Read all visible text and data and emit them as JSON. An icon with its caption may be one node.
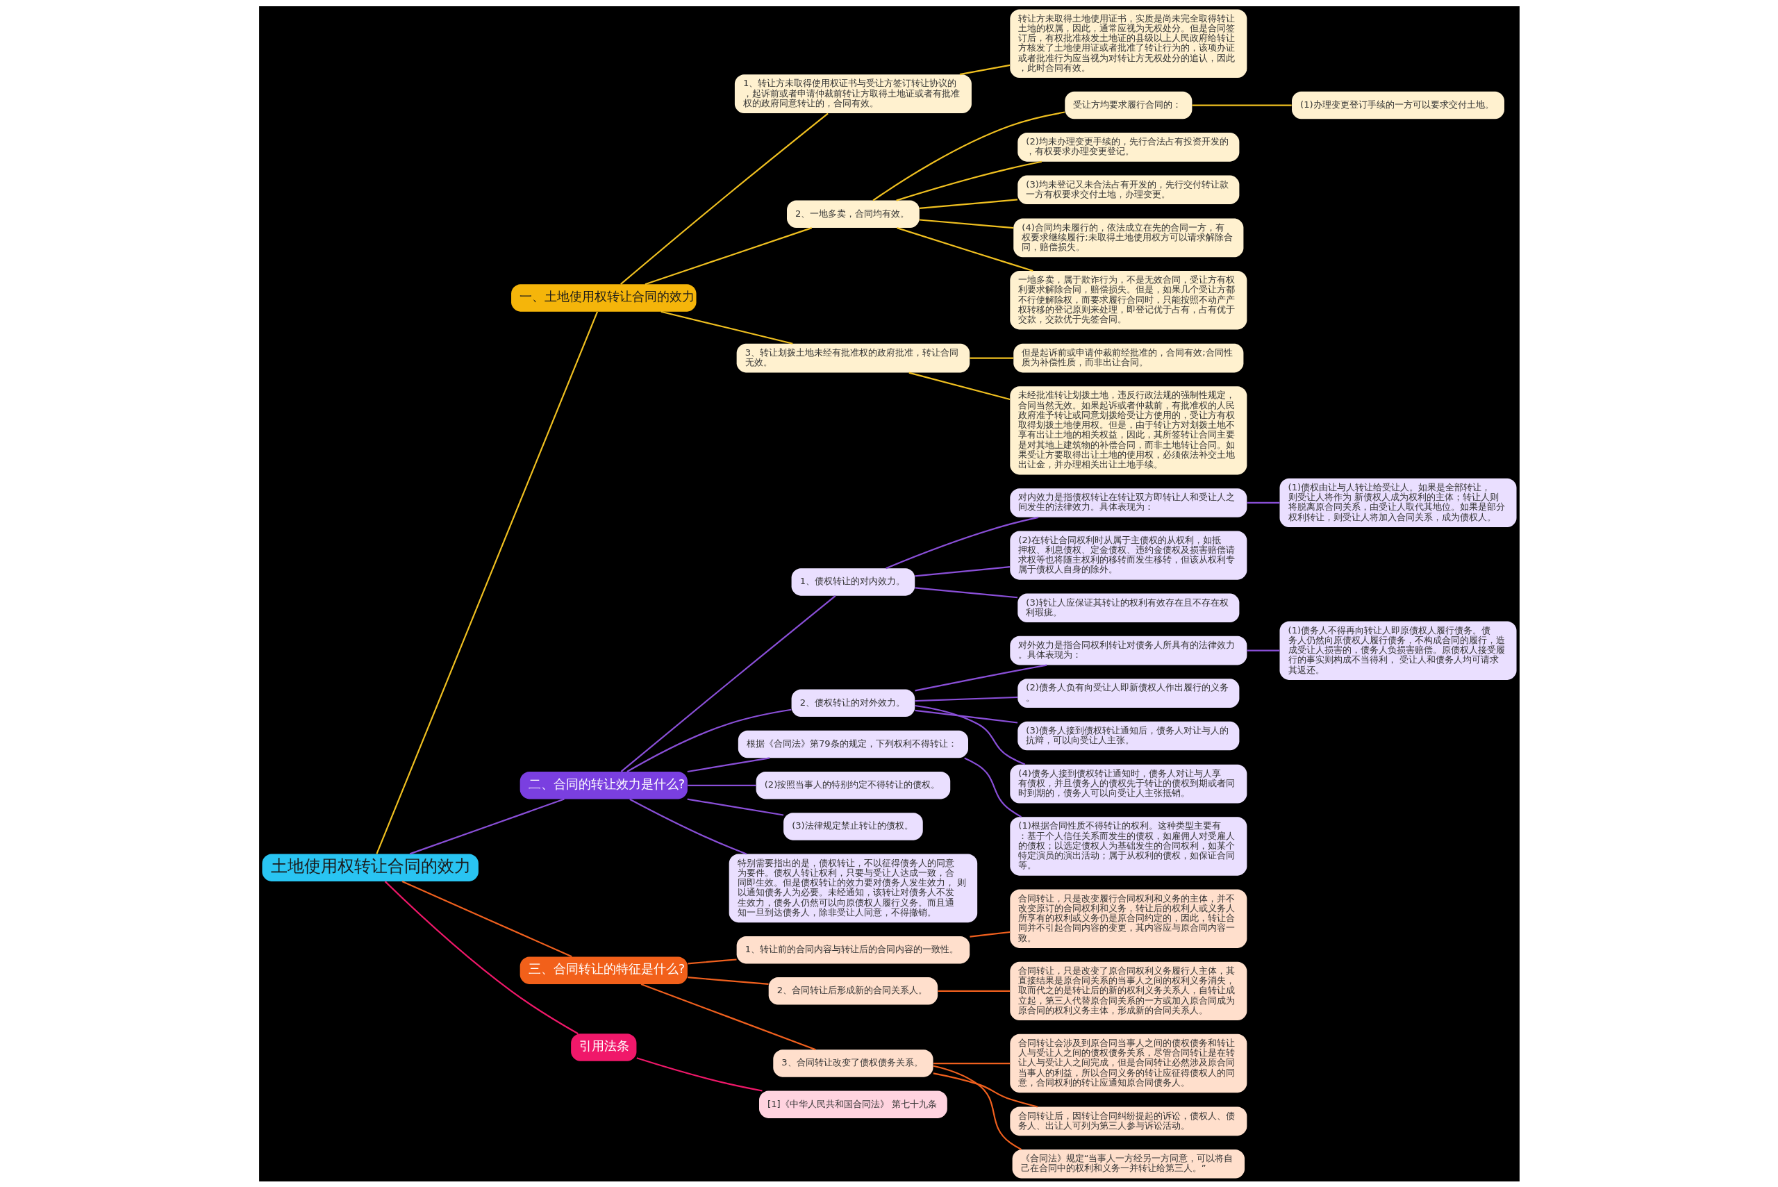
{
  "diagram": {
    "nodes": [
      {
        "text": [
          "土地使用权转让合同的效力"
        ]
      },
      {
        "text": [
          "一、土地使用权转让合同的效力"
        ]
      },
      {
        "text": [
          "1、转让方未取得使用权证书与受让方签订转让协议的，起诉前或者申请仲裁前转让方取得土地证或者有批准权的政府同意转让的，合同有效。"
        ]
      },
      {
        "text": [
          "转让方未取得土地使用证书，实质是尚未完全取得转让土地的权属，因此，通常应视为无权处分。但是合同签订后，有权批准核发土地证的县级以上人民政府给转让方核发了土地使用证或者批准了转让行为的，该项办证或者批准行为应当视为对转让方无权处分的追认，因此，此时合同有效。"
        ]
      },
      {
        "text": [
          "2、一地多卖，合同均有效。"
        ]
      },
      {
        "text": [
          "受让方均要求履行合同的："
        ]
      },
      {
        "text": [
          "(1)办理变更登订手续的一方可以要求交付土地。"
        ]
      },
      {
        "text": [
          "(2)均未办理变更手续的，先行合法占有投资开发的，有权要求办理变更登记。"
        ]
      },
      {
        "text": [
          "(3)均未登记又未合法占有开发的，先行交付转让款一方有权要求交付土地，办理变更。"
        ]
      },
      {
        "text": [
          "(4)合同均未履行的，依法成立在先的合同一方，有权要求继续履行;未取得土地使用权方可以请求解除合同，赔偿损失。"
        ]
      },
      {
        "text": [
          "一地多卖，属于欺诈行为，不是无效合同，受让方有权利要求解除合同，赔偿损失。但是，如果几个受让方都不行使解除权，而要求履行合同时，只能按照不动产产权转移的登记原则来处理，即登记优于占有，占有优于交款，交款优于先签合同。"
        ]
      },
      {
        "text": [
          "3、转让划拨土地未经有批准权的政府批准，转让合同无效。"
        ]
      },
      {
        "text": [
          "但是起诉前或申请仲裁前经批准的，合同有效;合同性质为补偿性质，而非出让合同。"
        ]
      },
      {
        "text": [
          "未经批准转让划拨土地，违反行政法规的强制性规定，合同当然无效。如果起诉或者仲裁前，有批准权的人民政府准予转让或同意划拨给受让方使用的，受让方有权取得划拨土地使用权。但是，由于转让方对划拨土地不享有出让土地的相关权益，因此，其所签转让合同主要是对其地上建筑物的补偿合同，而非土地转让合同。如果受让方要取得出让土地的使用权，必须依法补交土地出让金，并办理相关出让土地手续。"
        ]
      },
      {
        "text": [
          "二、合同的转让效力是什么?"
        ]
      },
      {
        "text": [
          "1、债权转让的对内效力。"
        ]
      },
      {
        "text": [
          "对内效力是指债权转让在转让双方即转让人和受让人之间发生的法律效力。具体表现为："
        ]
      },
      {
        "text": [
          "(1)债权由让与人转让给受让人。如果是全部转让，则受让人将作为 新债权人成为权利的主体；转让人则将脱离原合同关系，由受让人取代其地位。如果是部分权利转让，则受让人将加入合同关系，成为债权人。"
        ]
      },
      {
        "text": [
          "(2)在转让合同权利时从属于主债权的从权利，如抵押权、利息债权、定金债权、违约金债权及损害赔偿请求权等也将随主权利的移转而发生移转，但该从权利专属于债权人自身的除外。"
        ]
      },
      {
        "text": [
          "(3)转让人应保证其转让的权利有效存在且不存在权利瑕疵。"
        ]
      },
      {
        "text": [
          "2、债权转让的对外效力。"
        ]
      },
      {
        "text": [
          "对外效力是指合同权利转让对债务人所具有的法律效力。具体表现为："
        ]
      },
      {
        "text": [
          "(1)债务人不得再向转让人即原债权人履行债务。债务人仍然向原债权人履行债务，不构成合同的履行，造成受让人损害的，债务人负损害赔偿。原债权人接受履行的事实则构成不当得利， 受让人和债务人均可请求其返还。"
        ]
      },
      {
        "text": [
          "(2)债务人负有向受让人即新债权人作出履行的义务。"
        ]
      },
      {
        "text": [
          "(3)债务人接到债权转让通知后，债务人对让与人的抗辩，可以向受让人主张。"
        ]
      },
      {
        "text": [
          "(4)债务人接到债权转让通知时，债务人对让与人享有债权，并且债务人的债权先于转让的债权到期或者同时到期的，债务人可以向受让人主张抵销。"
        ]
      },
      {
        "text": [
          "根据《合同法》第79条的规定，下列权利不得转让："
        ]
      },
      {
        "text": [
          "(1)根据合同性质不得转让的权利。这种类型主要有：基于个人信任关系而发生的债权，如雇佣人对受雇人的债权；以选定债权人为基础发生的合同权利，如某个特定演员的演出活动；属于从权利的债权，如保证合同等。"
        ]
      },
      {
        "text": [
          "(2)按照当事人的特别约定不得转让的债权。"
        ]
      },
      {
        "text": [
          "(3)法律规定禁止转让的债权。"
        ]
      },
      {
        "text": [
          "特别需要指出的是，债权转让，不以征得债务人的同意为要件。债权人转让权利，只要与受让人达成一致，合同即生效。但是债权转让的效力要对债务人发生效力， 则以通知债务人为必要。未经通知，该转让对债务人不发生效力，债务人仍然可以向原债权人履行义务。而且通知一旦到达债务人，除非受让人同意，不得撤销。"
        ]
      },
      {
        "text": [
          "三、合同转让的特征是什么?"
        ]
      },
      {
        "text": [
          "1、转让前的合同内容与转让后的合同内容的一致性。"
        ]
      },
      {
        "text": [
          "合同转让，只是改变履行合同权利和义务的主体，并不改变原订的合同权利和义务，转让后的权利人或义务人所享有的权利或义务仍是原合同约定的，因此，转让合同并不引起合同内容的变更，其内容应与原合同内容一致。"
        ]
      },
      {
        "text": [
          "2、合同转让后形成新的合同关系人。"
        ]
      },
      {
        "text": [
          "合同转让，只是改变了原合同权利义务履行人主体，其直接结果是原合同关系的当事人之间的权利义务消失，取而代之的是转让后的新的权利义务关系人，自转让成立起，第三人代替原合同关系的一方或加入原合同成为原合同的权利义务主体，形成新的合同关系人。"
        ]
      },
      {
        "text": [
          "3、合同转让改变了债权债务关系。"
        ]
      },
      {
        "text": [
          "合同转让会涉及到原合同当事人之间的债权债务和转让人与受让人之间的债权债务关系，尽管合同转让是在转让人与受让人之间完成，但是合同转让必然涉及原合同当事人的利益，所以合同义务的转让应征得债权人的同意，合同权利的转让应通知原合同债务人。"
        ]
      },
      {
        "text": [
          "合同转让后，因转让合同纠纷提起的诉讼，债权人、债务人、出让人可列为第三人参与诉讼活动。"
        ]
      },
      {
        "text": [
          "《合同法》规定“当事人一方经另一方同意，可以将自己在合同中的权利和义务一并转让给第三人。”"
        ]
      },
      {
        "text": [
          "引用法条"
        ]
      },
      {
        "text": [
          "[1]《中华人民共和国合同法》 第七十九条"
        ]
      }
    ],
    "edges": [
      {
        "from": 0,
        "to": 1,
        "arrow": "none",
        "color": "#f0c020"
      },
      {
        "from": 1,
        "to": 2,
        "arrow": "none",
        "color": "#f0c020"
      },
      {
        "from": 2,
        "to": 3,
        "arrow": "none",
        "color": "#f0c020"
      },
      {
        "from": 1,
        "to": 4,
        "arrow": "none",
        "color": "#f0c020"
      },
      {
        "from": 4,
        "to": 5,
        "arrow": "none",
        "color": "#f0c020"
      },
      {
        "from": 5,
        "to": 6,
        "arrow": "none",
        "color": "#f0c020"
      },
      {
        "from": 4,
        "to": 7,
        "arrow": "none",
        "color": "#f0c020"
      },
      {
        "from": 4,
        "to": 8,
        "arrow": "none",
        "color": "#f0c020"
      },
      {
        "from": 4,
        "to": 9,
        "arrow": "none",
        "color": "#f0c020"
      },
      {
        "from": 4,
        "to": 10,
        "arrow": "none",
        "color": "#f0c020"
      },
      {
        "from": 1,
        "to": 11,
        "arrow": "none",
        "color": "#f0c020"
      },
      {
        "from": 11,
        "to": 12,
        "arrow": "none",
        "color": "#f0c020"
      },
      {
        "from": 11,
        "to": 13,
        "arrow": "none",
        "color": "#f0c020"
      },
      {
        "from": 0,
        "to": 14,
        "arrow": "none",
        "color": "#8a4fd8"
      },
      {
        "from": 14,
        "to": 15,
        "arrow": "none",
        "color": "#8a4fd8"
      },
      {
        "from": 15,
        "to": 16,
        "arrow": "none",
        "color": "#8a4fd8"
      },
      {
        "from": 16,
        "to": 17,
        "arrow": "none",
        "color": "#8a4fd8"
      },
      {
        "from": 15,
        "to": 18,
        "arrow": "none",
        "color": "#8a4fd8"
      },
      {
        "from": 15,
        "to": 19,
        "arrow": "none",
        "color": "#8a4fd8"
      },
      {
        "from": 14,
        "to": 20,
        "arrow": "none",
        "color": "#8a4fd8"
      },
      {
        "from": 20,
        "to": 21,
        "arrow": "none",
        "color": "#8a4fd8"
      },
      {
        "from": 21,
        "to": 22,
        "arrow": "none",
        "color": "#8a4fd8"
      },
      {
        "from": 20,
        "to": 23,
        "arrow": "none",
        "color": "#8a4fd8"
      },
      {
        "from": 20,
        "to": 24,
        "arrow": "none",
        "color": "#8a4fd8"
      },
      {
        "from": 20,
        "to": 25,
        "arrow": "none",
        "color": "#8a4fd8"
      },
      {
        "from": 14,
        "to": 26,
        "arrow": "none",
        "color": "#8a4fd8"
      },
      {
        "from": 26,
        "to": 27,
        "arrow": "none",
        "color": "#8a4fd8"
      },
      {
        "from": 14,
        "to": 28,
        "arrow": "none",
        "color": "#8a4fd8"
      },
      {
        "from": 14,
        "to": 29,
        "arrow": "none",
        "color": "#8a4fd8"
      },
      {
        "from": 14,
        "to": 30,
        "arrow": "none",
        "color": "#8a4fd8"
      },
      {
        "from": 0,
        "to": 31,
        "arrow": "none",
        "color": "#f0601e"
      },
      {
        "from": 31,
        "to": 32,
        "arrow": "none",
        "color": "#f0601e"
      },
      {
        "from": 32,
        "to": 33,
        "arrow": "none",
        "color": "#f0601e"
      },
      {
        "from": 31,
        "to": 34,
        "arrow": "none",
        "color": "#f0601e"
      },
      {
        "from": 34,
        "to": 35,
        "arrow": "none",
        "color": "#f0601e"
      },
      {
        "from": 31,
        "to": 36,
        "arrow": "none",
        "color": "#f0601e"
      },
      {
        "from": 36,
        "to": 37,
        "arrow": "none",
        "color": "#f0601e"
      },
      {
        "from": 36,
        "to": 38,
        "arrow": "none",
        "color": "#f0601e"
      },
      {
        "from": 36,
        "to": 39,
        "arrow": "none",
        "color": "#f0601e"
      },
      {
        "from": 0,
        "to": 40,
        "arrow": "none",
        "color": "#f0186a"
      },
      {
        "from": 40,
        "to": 41,
        "arrow": "none",
        "color": "#f0186a"
      }
    ]
  }
}
